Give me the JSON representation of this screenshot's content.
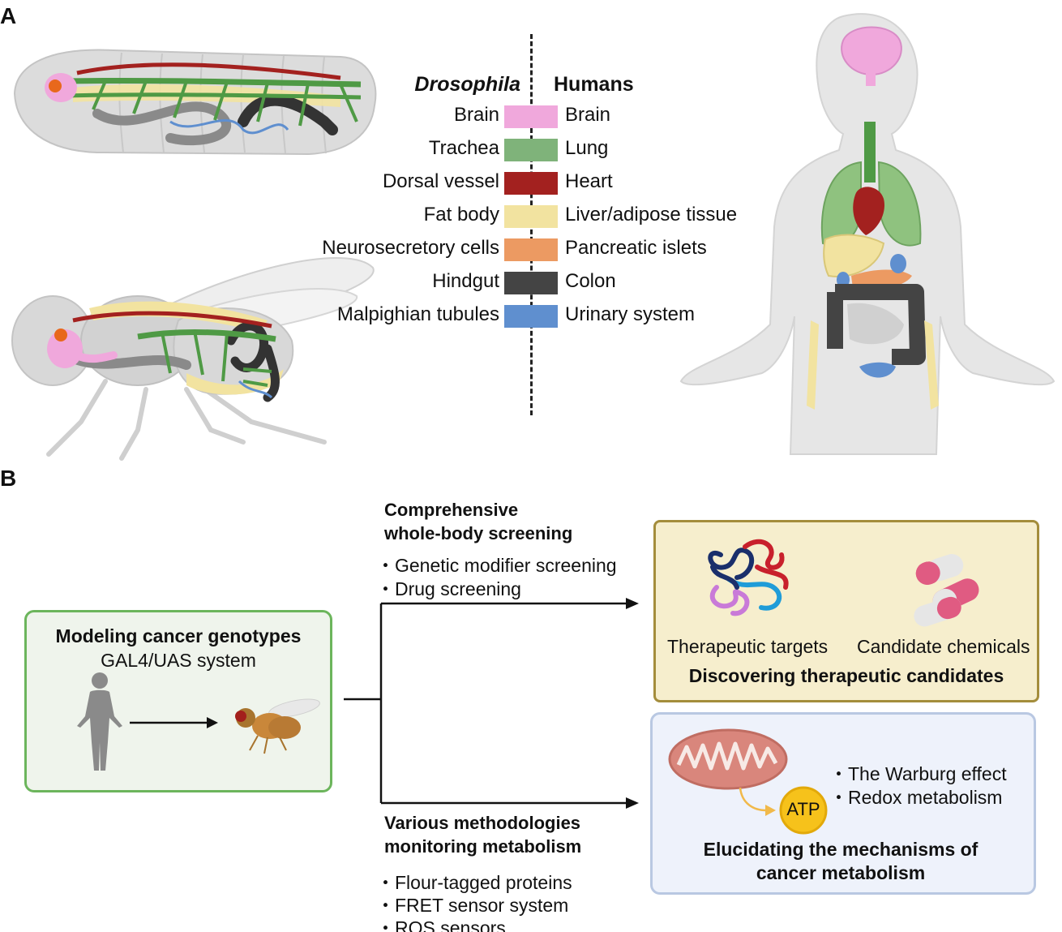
{
  "panel_a": {
    "letter": "A",
    "col_left": "Drosophila",
    "col_right": "Humans",
    "rows": [
      {
        "fly": "Brain",
        "human": "Brain",
        "color": "#f0a8dc"
      },
      {
        "fly": "Trachea",
        "human": "Lung",
        "color": "#7fb37a"
      },
      {
        "fly": "Dorsal vessel",
        "human": "Heart",
        "color": "#a3211f"
      },
      {
        "fly": "Fat body",
        "human": "Liver/adipose tissue",
        "color": "#f2e3a0"
      },
      {
        "fly": "Neurosecretory cells",
        "human": "Pancreatic islets",
        "color": "#ec9a62"
      },
      {
        "fly": "Hindgut",
        "human": "Colon",
        "color": "#444444"
      },
      {
        "fly": "Malpighian tubules",
        "human": "Urinary system",
        "color": "#5f8fcf"
      }
    ]
  },
  "panel_b": {
    "letter": "B",
    "modeling": {
      "title": "Modeling cancer genotypes",
      "subtitle": "GAL4/UAS system"
    },
    "screening": {
      "title_line1": "Comprehensive",
      "title_line2": "whole-body screening",
      "bullets": [
        "・Genetic modifier screening",
        "・Drug screening"
      ]
    },
    "methods": {
      "title_line1": "Various methodologies",
      "title_line2": "monitoring metabolism",
      "bullets": [
        "・Flour-tagged proteins",
        "・FRET sensor system",
        "・ROS sensors"
      ]
    },
    "discover": {
      "label_targets": "Therapeutic targets",
      "label_chemicals": "Candidate chemicals",
      "title": "Discovering therapeutic candidates"
    },
    "mechanisms": {
      "bullets": [
        "・The Warburg effect",
        "・Redox metabolism"
      ],
      "atp": "ATP",
      "title_line1": "Elucidating the mechanisms of",
      "title_line2": "cancer metabolism"
    }
  }
}
